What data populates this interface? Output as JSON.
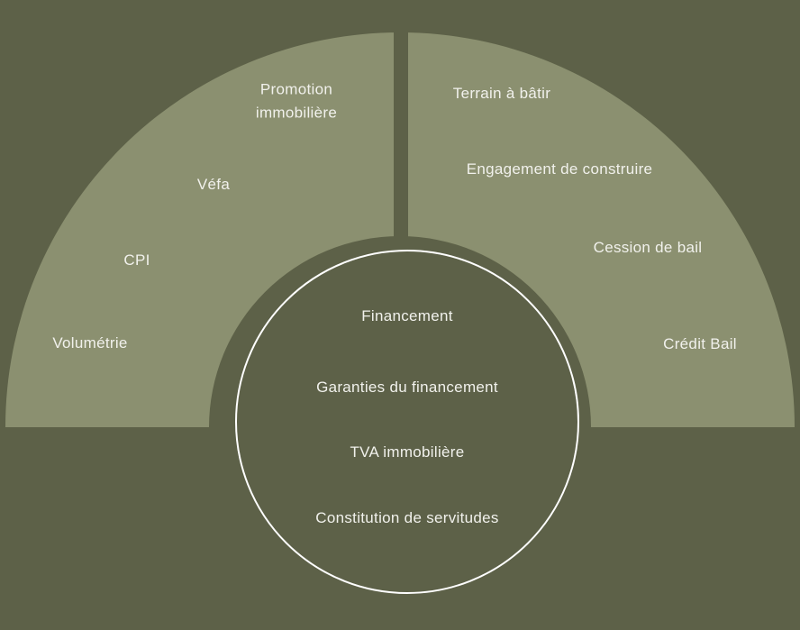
{
  "diagram": {
    "left_segment": {
      "labels": [
        "Promotion immobilière",
        "Véfa",
        "CPI",
        "Volumétrie"
      ]
    },
    "right_segment": {
      "labels": [
        "Terrain à bâtir",
        "Engagement de construire",
        "Cession de bail",
        "Crédit Bail"
      ]
    },
    "center_circle": {
      "items": [
        "Financement",
        "Garanties du financement",
        "TVA immobilière",
        "Constitution de servitudes"
      ]
    }
  },
  "colors": {
    "background": "#5d6148",
    "segment_fill": "#8b9070",
    "gap_fill": "#5d6148",
    "text": "#f1f1ec",
    "circle_stroke": "#ffffff"
  }
}
